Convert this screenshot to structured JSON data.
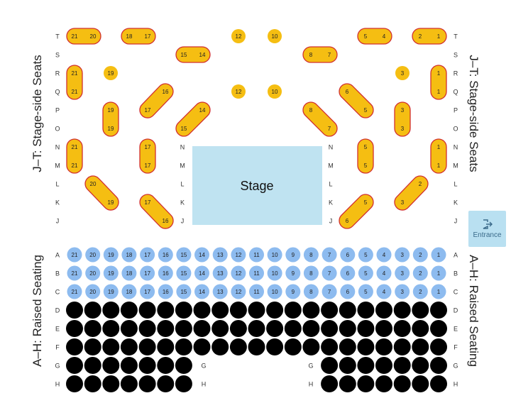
{
  "colors": {
    "stage_side_seat": "#f5be12",
    "pair_outline": "#d13030",
    "raised_seat": "#8dbbef",
    "raised_seat_dark": "#000000",
    "stage_fill": "#bfe3f1",
    "entrance_fill": "#b9e0f1",
    "row_letter": "#333333"
  },
  "labels": {
    "stage": "Stage",
    "entrance": "Entrance",
    "entrance_icon": "exit-door-icon",
    "stage_side_left": "J–T: Stage-side Seats",
    "stage_side_right": "J–T: Stage-side Seats",
    "raised_left": "A–H: Raised Seating",
    "raised_right": "A–H: Raised Seating"
  },
  "stage_rows": [
    "T",
    "S",
    "R",
    "Q",
    "P",
    "O",
    "N",
    "M",
    "L",
    "K",
    "J"
  ],
  "stage_inner_rows": [
    "N",
    "M",
    "L",
    "K",
    "J"
  ],
  "raised_rows": [
    "A",
    "B",
    "C",
    "D",
    "E",
    "F",
    "G",
    "H"
  ],
  "numbered_raised_rows": [
    "A",
    "B",
    "C"
  ],
  "raised_seat_numbers": [
    "21",
    "20",
    "19",
    "18",
    "17",
    "16",
    "15",
    "14",
    "13",
    "12",
    "11",
    "10",
    "9",
    "8",
    "7",
    "6",
    "5",
    "4",
    "3",
    "2",
    "1"
  ],
  "gap_row_labels": [
    "G",
    "H"
  ],
  "stage_side_seats": [
    {
      "id": "T21",
      "row": "T",
      "label": "21"
    },
    {
      "id": "T20",
      "row": "T",
      "label": "20"
    },
    {
      "id": "T18",
      "row": "T",
      "label": "18"
    },
    {
      "id": "T17",
      "row": "T",
      "label": "17"
    },
    {
      "id": "T12",
      "row": "T",
      "label": "12"
    },
    {
      "id": "T10",
      "row": "T",
      "label": "10"
    },
    {
      "id": "T5",
      "row": "T",
      "label": "5"
    },
    {
      "id": "T4",
      "row": "T",
      "label": "4"
    },
    {
      "id": "T2",
      "row": "T",
      "label": "2"
    },
    {
      "id": "T1",
      "row": "T",
      "label": "1"
    },
    {
      "id": "S15",
      "row": "S",
      "label": "15"
    },
    {
      "id": "S14",
      "row": "S",
      "label": "14"
    },
    {
      "id": "S8",
      "row": "S",
      "label": "8"
    },
    {
      "id": "S7",
      "row": "S",
      "label": "7"
    },
    {
      "id": "R21",
      "row": "R",
      "label": "21"
    },
    {
      "id": "R19",
      "row": "R",
      "label": "19"
    },
    {
      "id": "R3",
      "row": "R",
      "label": "3"
    },
    {
      "id": "R1",
      "row": "R",
      "label": "1"
    },
    {
      "id": "Q21",
      "row": "Q",
      "label": "21"
    },
    {
      "id": "Q16",
      "row": "Q",
      "label": "16"
    },
    {
      "id": "Q12",
      "row": "Q",
      "label": "12"
    },
    {
      "id": "Q10",
      "row": "Q",
      "label": "10"
    },
    {
      "id": "Q6",
      "row": "Q",
      "label": "6"
    },
    {
      "id": "Q1",
      "row": "Q",
      "label": "1"
    },
    {
      "id": "P19",
      "row": "P",
      "label": "19"
    },
    {
      "id": "P17",
      "row": "P",
      "label": "17"
    },
    {
      "id": "P14",
      "row": "P",
      "label": "14"
    },
    {
      "id": "P8",
      "row": "P",
      "label": "8"
    },
    {
      "id": "P5",
      "row": "P",
      "label": "5"
    },
    {
      "id": "P3",
      "row": "P",
      "label": "3"
    },
    {
      "id": "O19",
      "row": "O",
      "label": "19"
    },
    {
      "id": "O15",
      "row": "O",
      "label": "15"
    },
    {
      "id": "O7",
      "row": "O",
      "label": "7"
    },
    {
      "id": "O3",
      "row": "O",
      "label": "3"
    },
    {
      "id": "N21",
      "row": "N",
      "label": "21"
    },
    {
      "id": "N17",
      "row": "N",
      "label": "17"
    },
    {
      "id": "N5",
      "row": "N",
      "label": "5"
    },
    {
      "id": "N1",
      "row": "N",
      "label": "1"
    },
    {
      "id": "M21",
      "row": "M",
      "label": "21"
    },
    {
      "id": "M17",
      "row": "M",
      "label": "17"
    },
    {
      "id": "M5",
      "row": "M",
      "label": "5"
    },
    {
      "id": "M1",
      "row": "M",
      "label": "1"
    },
    {
      "id": "L20",
      "row": "L",
      "label": "20"
    },
    {
      "id": "L2",
      "row": "L",
      "label": "2"
    },
    {
      "id": "K19",
      "row": "K",
      "label": "19"
    },
    {
      "id": "K17",
      "row": "K",
      "label": "17"
    },
    {
      "id": "K5",
      "row": "K",
      "label": "5"
    },
    {
      "id": "K3",
      "row": "K",
      "label": "3"
    },
    {
      "id": "J16",
      "row": "J",
      "label": "16"
    },
    {
      "id": "J6",
      "row": "J",
      "label": "6"
    }
  ],
  "seat_pairs": [
    [
      "T21",
      "T20"
    ],
    [
      "T18",
      "T17"
    ],
    [
      "T5",
      "T4"
    ],
    [
      "T2",
      "T1"
    ],
    [
      "S15",
      "S14"
    ],
    [
      "S8",
      "S7"
    ],
    [
      "R21",
      "Q21"
    ],
    [
      "R1",
      "Q1"
    ],
    [
      "Q16",
      "P17"
    ],
    [
      "Q6",
      "P5"
    ],
    [
      "P19",
      "O19"
    ],
    [
      "P14",
      "O15"
    ],
    [
      "P8",
      "O7"
    ],
    [
      "P3",
      "O3"
    ],
    [
      "N21",
      "M21"
    ],
    [
      "N17",
      "M17"
    ],
    [
      "N5",
      "M5"
    ],
    [
      "N1",
      "M1"
    ],
    [
      "L20",
      "K19"
    ],
    [
      "L2",
      "K3"
    ],
    [
      "K17",
      "J16"
    ],
    [
      "K5",
      "J6"
    ]
  ]
}
